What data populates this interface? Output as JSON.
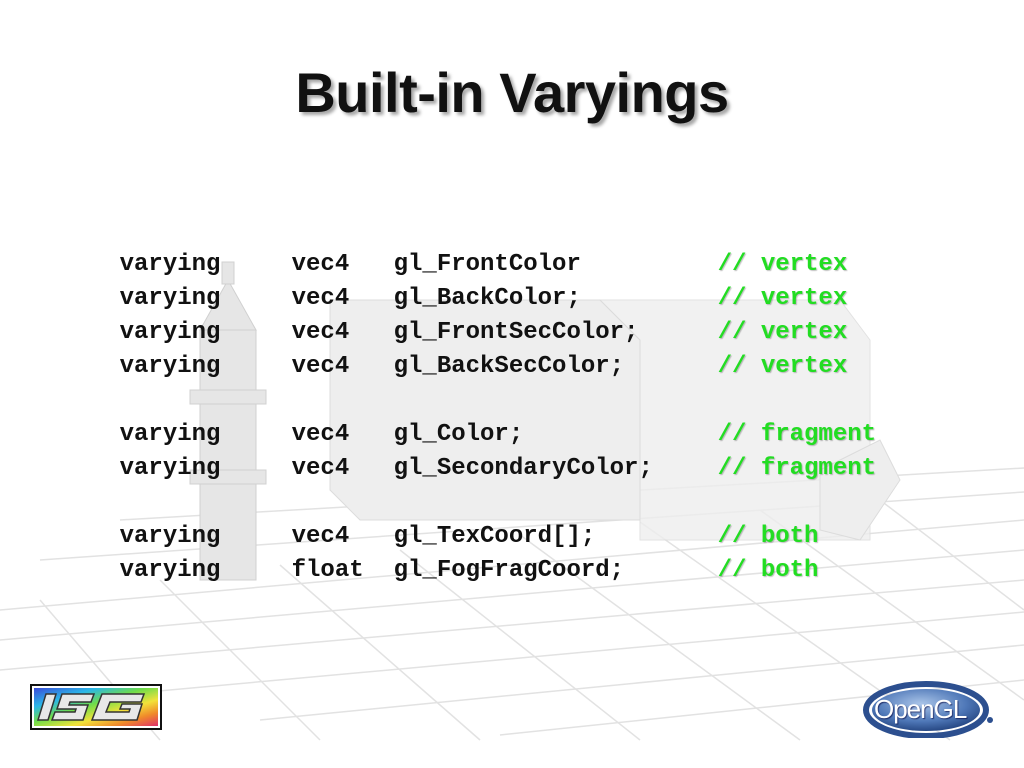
{
  "slide": {
    "title": "Built-in Varyings"
  },
  "code": {
    "groups": [
      [
        {
          "keyword": "varying",
          "type": "vec4",
          "name": "gl_FrontColor",
          "comment": "// vertex"
        },
        {
          "keyword": "varying",
          "type": "vec4",
          "name": "gl_BackColor;",
          "comment": "// vertex"
        },
        {
          "keyword": "varying",
          "type": "vec4",
          "name": "gl_FrontSecColor;",
          "comment": "// vertex"
        },
        {
          "keyword": "varying",
          "type": "vec4",
          "name": "gl_BackSecColor;",
          "comment": "// vertex"
        }
      ],
      [
        {
          "keyword": "varying",
          "type": "vec4",
          "name": "gl_Color;",
          "comment": "// fragment"
        },
        {
          "keyword": "varying",
          "type": "vec4",
          "name": "gl_SecondaryColor;",
          "comment": "// fragment"
        }
      ],
      [
        {
          "keyword": "varying",
          "type": "vec4",
          "name": "gl_TexCoord[];",
          "comment": "// both"
        },
        {
          "keyword": "varying",
          "type": "float",
          "name": "gl_FogFragCoord;",
          "comment": "// both"
        }
      ]
    ]
  },
  "logos": {
    "left_icon": "isg-logo-icon",
    "right_icon": "opengl-logo-icon",
    "right_text": "OpenGL"
  },
  "colors": {
    "comment": "#22dd22",
    "text": "#111111"
  }
}
